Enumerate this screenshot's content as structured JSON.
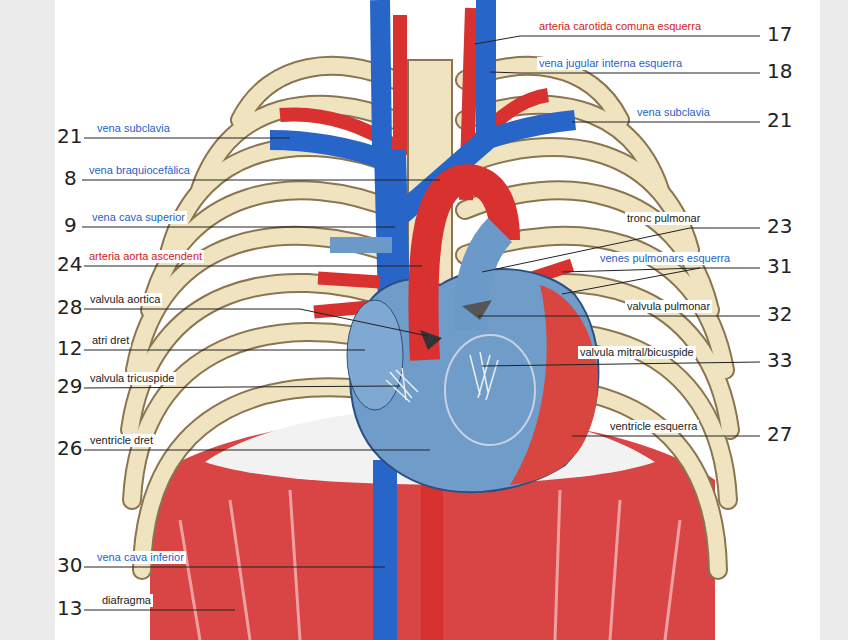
{
  "diagram": {
    "labels": [
      "arteria carotida comuna esquerra",
      "17",
      "vena jugular interna esquerra",
      "18",
      "21",
      "vena subclavia",
      "vena subclavia",
      "21",
      "8",
      "vena braquiocefàlica",
      "9",
      "vena cava superior",
      "tronc pulmonar",
      "23",
      "24",
      "arteria aorta ascendent",
      "venes pulmonars esquerra",
      "31",
      "28",
      "valvula aortica",
      "valvula pulmonar",
      "32",
      "12",
      "atri dret",
      "valvula mitral/bicuspide",
      "33",
      "29",
      "valvula tricuspide",
      "ventricle esquerra",
      "27",
      "26",
      "ventricle dret",
      "30",
      "vena cava inferior",
      "13",
      "diafragma"
    ]
  }
}
